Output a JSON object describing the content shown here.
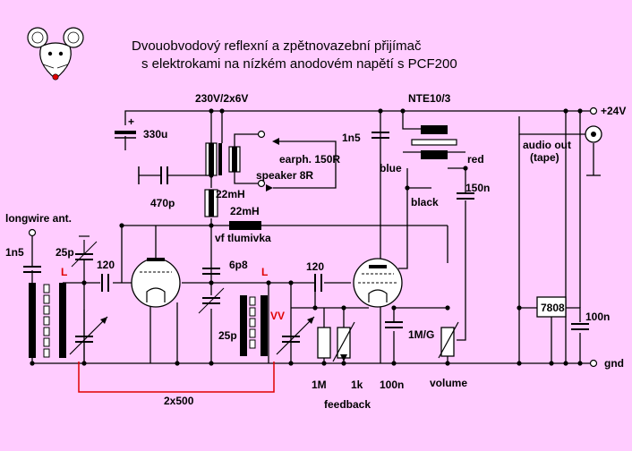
{
  "title": {
    "line1": "Dvouobvodový reflexní a zpětnovazební přijímač",
    "line2": "s elektrokami na nízkém anodovém napětí s PCF200"
  },
  "labels": {
    "transformer": "230V/2x6V",
    "output_transformer": "NTE10/3",
    "supply": "+24V",
    "ground": "gnd",
    "c_330u": "330u",
    "c_1n5_top": "1n5",
    "earphone": "earph. 150R",
    "speaker": "speaker 8R",
    "wire_blue": "blue",
    "wire_red": "red",
    "wire_black": "black",
    "c_150n": "150n",
    "audio_out": "audio out",
    "audio_out_sub": "(tape)",
    "c_470p": "470p",
    "choke_22mH_a": "22mH",
    "choke_22mH_b": "22mH",
    "vf_choke": "vf tlumivka",
    "antenna": "longwire ant.",
    "c_1n5_ant": "1n5",
    "c_25p_top": "25p",
    "coil_L1": "L",
    "coil_L2": "L",
    "c_120_a": "120",
    "c_120_b": "120",
    "c_6p8": "6p8",
    "c_25p_mid": "25p",
    "coil_vv": "VV",
    "regulator": "7808",
    "c_100n_right": "100n",
    "c_1MG": "1M/G",
    "r_1M": "1M",
    "pot_1k": "1k",
    "c_100n_bottom": "100n",
    "volume": "volume",
    "feedback": "feedback",
    "tuning_cap": "2x500"
  }
}
